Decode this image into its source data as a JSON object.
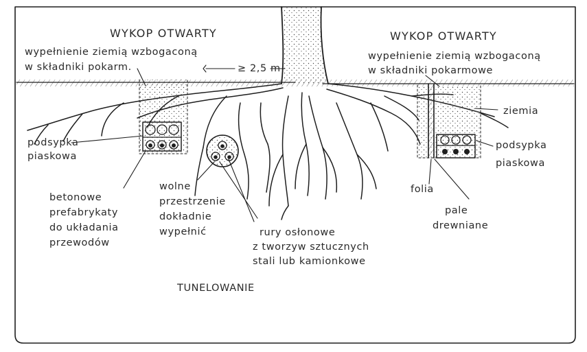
{
  "left_section": {
    "title": "WYKOP OTWARTY",
    "fill_line1": "wypełnienie ziemią wzbogaconą",
    "fill_line2": "w składniki pokarm.",
    "distance": "≥ 2,5 m",
    "sand_line1": "podsypka",
    "sand_line2": "piaskowa",
    "concrete": [
      "betonowe",
      "prefabrykaty",
      "do układania",
      "przewodów"
    ],
    "gaps": [
      "wolne",
      "przestrzenie",
      "dokładnie",
      "wypełnić"
    ],
    "pipes": [
      "rury osłonowe",
      "z tworzyw sztucznych",
      "stali lub kamionkowe"
    ],
    "tunnel": "TUNELOWANIE"
  },
  "right_section": {
    "title": "WYKOP OTWARTY",
    "fill_line1": "wypełnienie ziemią wzbogaconą",
    "fill_line2": "w składniki pokarmowe",
    "soil": "ziemia",
    "sand_line1": "podsypka",
    "sand_line2": "piaskowa",
    "foil": "folia",
    "piles_line1": "pale",
    "piles_line2": "drewniane"
  },
  "colors": {
    "ink": "#1e1e1e",
    "paper": "#ffffff"
  }
}
